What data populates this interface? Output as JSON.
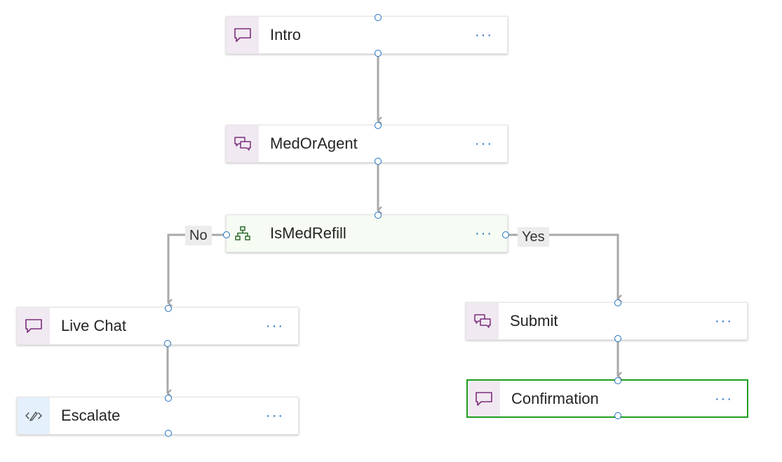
{
  "nodes": {
    "intro": {
      "label": "Intro",
      "more": "···",
      "icon": "message-icon"
    },
    "med_or_agent": {
      "label": "MedOrAgent",
      "more": "···",
      "icon": "question-icon"
    },
    "is_med_refill": {
      "label": "IsMedRefill",
      "more": "···",
      "icon": "condition-icon"
    },
    "live_chat": {
      "label": "Live Chat",
      "more": "···",
      "icon": "message-icon"
    },
    "escalate": {
      "label": "Escalate",
      "more": "···",
      "icon": "action-icon"
    },
    "submit": {
      "label": "Submit",
      "more": "···",
      "icon": "question-icon"
    },
    "confirmation": {
      "label": "Confirmation",
      "more": "···",
      "icon": "message-icon"
    }
  },
  "branches": {
    "no": "No",
    "yes": "Yes"
  },
  "colors": {
    "message_icon": "#7a2e7a",
    "condition_icon": "#2b6b2b",
    "action_icon": "#4b4b4b",
    "port": "#1f6fbf",
    "wire": "#a8a8a8",
    "selected_border": "#1f9e1f"
  }
}
